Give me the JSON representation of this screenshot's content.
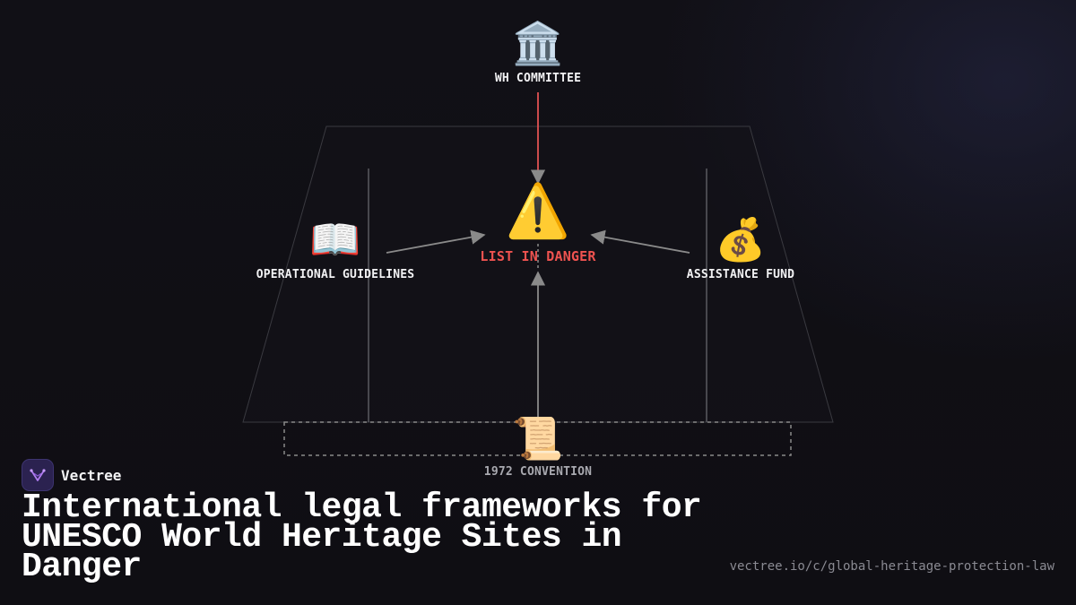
{
  "diagram": {
    "nodes": {
      "committee": {
        "icon": "🏛️",
        "icon_name": "classical-building-icon",
        "label": "WH COMMITTEE"
      },
      "danger_list": {
        "icon": "⚠️",
        "icon_name": "warning-icon",
        "label": "LIST IN DANGER"
      },
      "guidelines": {
        "icon": "📖",
        "icon_name": "open-book-icon",
        "label": "OPERATIONAL GUIDELINES"
      },
      "fund": {
        "icon": "💰",
        "icon_name": "money-bag-icon",
        "label": "ASSISTANCE FUND"
      },
      "convention": {
        "icon": "📜",
        "icon_name": "scroll-icon",
        "label": "1972 CONVENTION"
      }
    },
    "edges": [
      {
        "from": "committee",
        "to": "danger_list",
        "color": "#e05252"
      },
      {
        "from": "guidelines",
        "to": "danger_list",
        "color": "#8a8a8a"
      },
      {
        "from": "fund",
        "to": "danger_list",
        "color": "#8a8a8a"
      },
      {
        "from": "convention",
        "to": "danger_list",
        "color": "#8a8a8a"
      }
    ]
  },
  "brand": {
    "name": "Vectree",
    "logo_icon": "vectree-logo-icon"
  },
  "headline": "International legal frameworks for UNESCO World Heritage Sites in Danger",
  "url": "vectree.io/c/global-heritage-protection-law",
  "colors": {
    "background": "#0f0e13",
    "danger": "#ef5350",
    "committee_arrow": "#e05252",
    "arrow": "#8a8a8a",
    "text": "#f2f2f4",
    "muted_text": "#a9a9b0"
  }
}
